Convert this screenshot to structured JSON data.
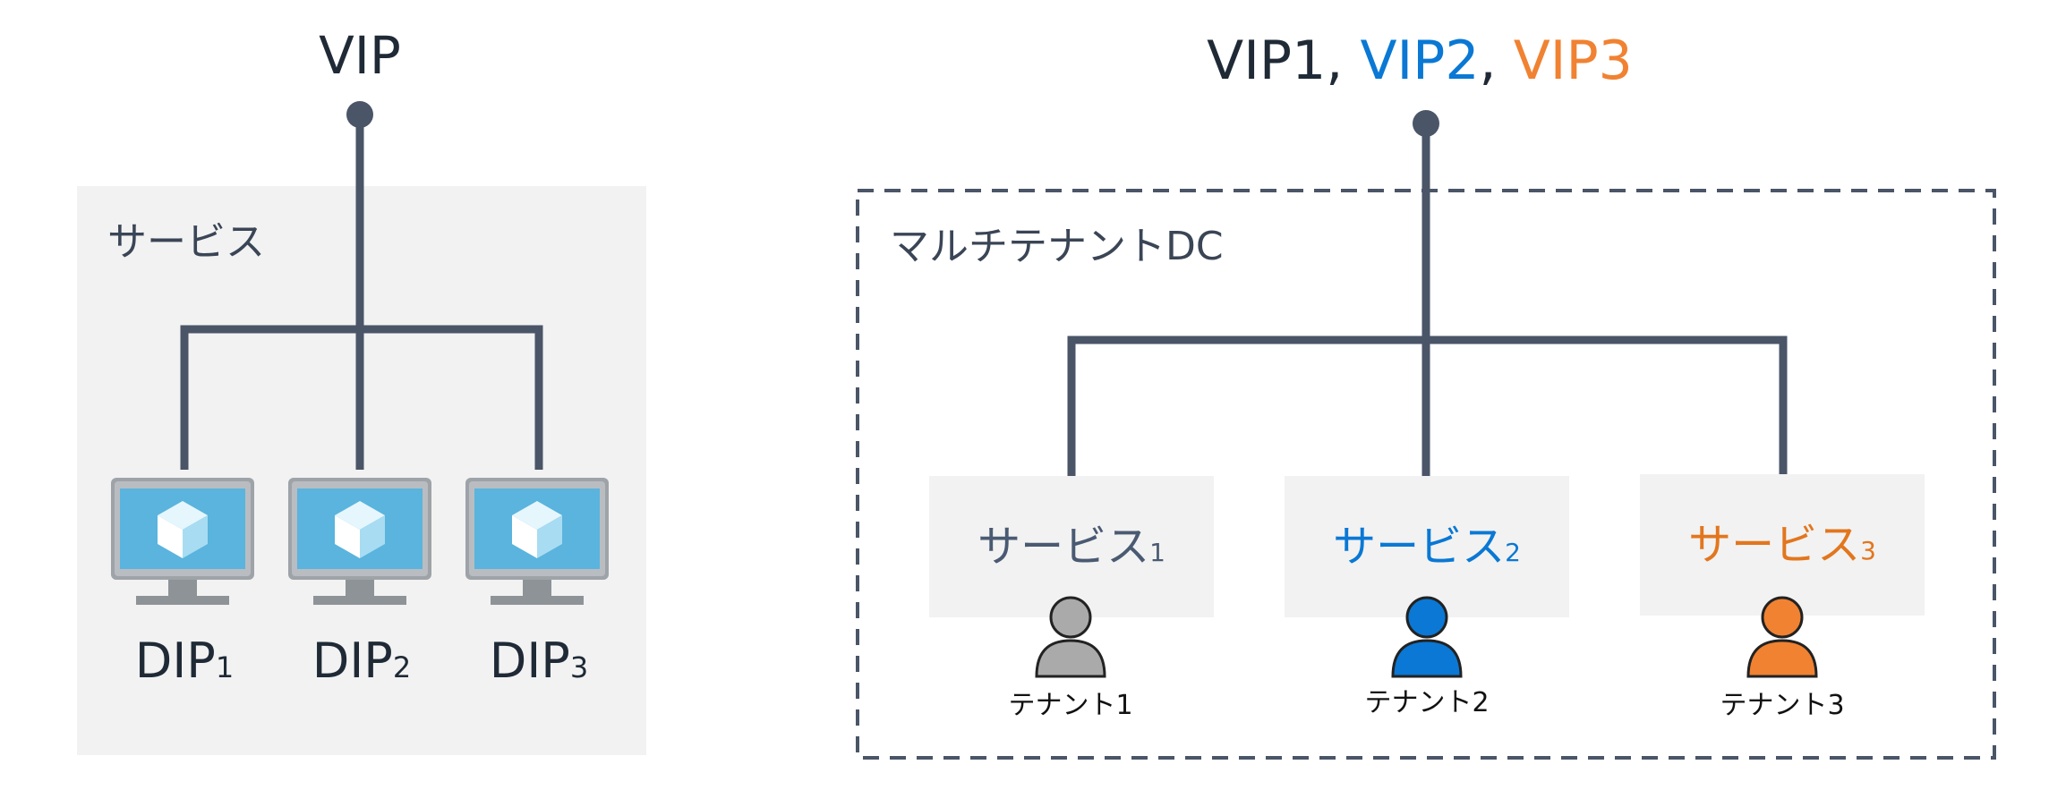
{
  "left": {
    "vip_label": "VIP",
    "service_label": "サービス",
    "dips": [
      {
        "base": "DIP",
        "sub": "1"
      },
      {
        "base": "DIP",
        "sub": "2"
      },
      {
        "base": "DIP",
        "sub": "3"
      }
    ]
  },
  "right": {
    "vip_title": [
      {
        "text": "VIP1",
        "color": "#1f2a36"
      },
      {
        "text": ", ",
        "color": "#1f2a36"
      },
      {
        "text": "VIP2",
        "color": "#0a78d4"
      },
      {
        "text": ", ",
        "color": "#1f2a36"
      },
      {
        "text": "VIP3",
        "color": "#f08232"
      }
    ],
    "dc_label": "マルチテナントDC",
    "services": [
      {
        "base": "サービス",
        "sub": "1",
        "color": "#4a5a72"
      },
      {
        "base": "サービス",
        "sub": "2",
        "color": "#0a78d4"
      },
      {
        "base": "サービス",
        "sub": "3",
        "color": "#e2761e"
      }
    ],
    "tenants": [
      {
        "base": "テナント",
        "sub": "1",
        "color": "#aaaaaa"
      },
      {
        "base": "テナント",
        "sub": "2",
        "color": "#0a78d4"
      },
      {
        "base": "テナント",
        "sub": "3",
        "color": "#f08232"
      }
    ]
  },
  "colors": {
    "line": "#4a5568",
    "box_fill": "#f2f2f2",
    "text_dark": "#1f2a36",
    "monitor_screen": "#5ab4dd"
  }
}
